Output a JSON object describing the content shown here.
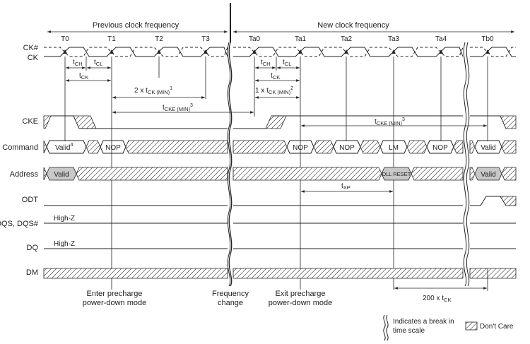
{
  "phases": {
    "previous": "Previous clock frequency",
    "next": "New clock frequency"
  },
  "clock_edges": [
    "T0",
    "T1",
    "T2",
    "T3",
    "Ta0",
    "Ta1",
    "Ta2",
    "Ta3",
    "Ta4",
    "Tb0"
  ],
  "signals": [
    "CK#",
    "CK",
    "CKE",
    "Command",
    "Address",
    "ODT",
    "DQS, DQS#",
    "DQ",
    "DM"
  ],
  "commands": {
    "valid": "Valid",
    "valid_note": "4",
    "nop": "NOP",
    "lm": "LM"
  },
  "address": {
    "valid": "Valid",
    "dll_reset": "DLL RESET"
  },
  "high_z": "High-Z",
  "timing": {
    "t": "t",
    "ch": "CH",
    "cl": "CL",
    "ck": "CK",
    "two_x": "2 x ",
    "one_x": "1 x ",
    "ck_min": "CK (MIN)",
    "note1": "1",
    "note2": "2",
    "cke_min": "CKE (MIN)",
    "note3": "3",
    "xp": "XP",
    "two_hundred_x": "200 x "
  },
  "annotations": {
    "enter_line1": "Enter precharge",
    "enter_line2": "power-down mode",
    "freq_line1": "Frequency",
    "freq_line2": "change",
    "exit_line1": "Exit precharge",
    "exit_line2": "power-down mode"
  },
  "legend": {
    "break_line1": "Indicates a break in",
    "break_line2": "time scale",
    "dont_care": "Don't Care"
  }
}
